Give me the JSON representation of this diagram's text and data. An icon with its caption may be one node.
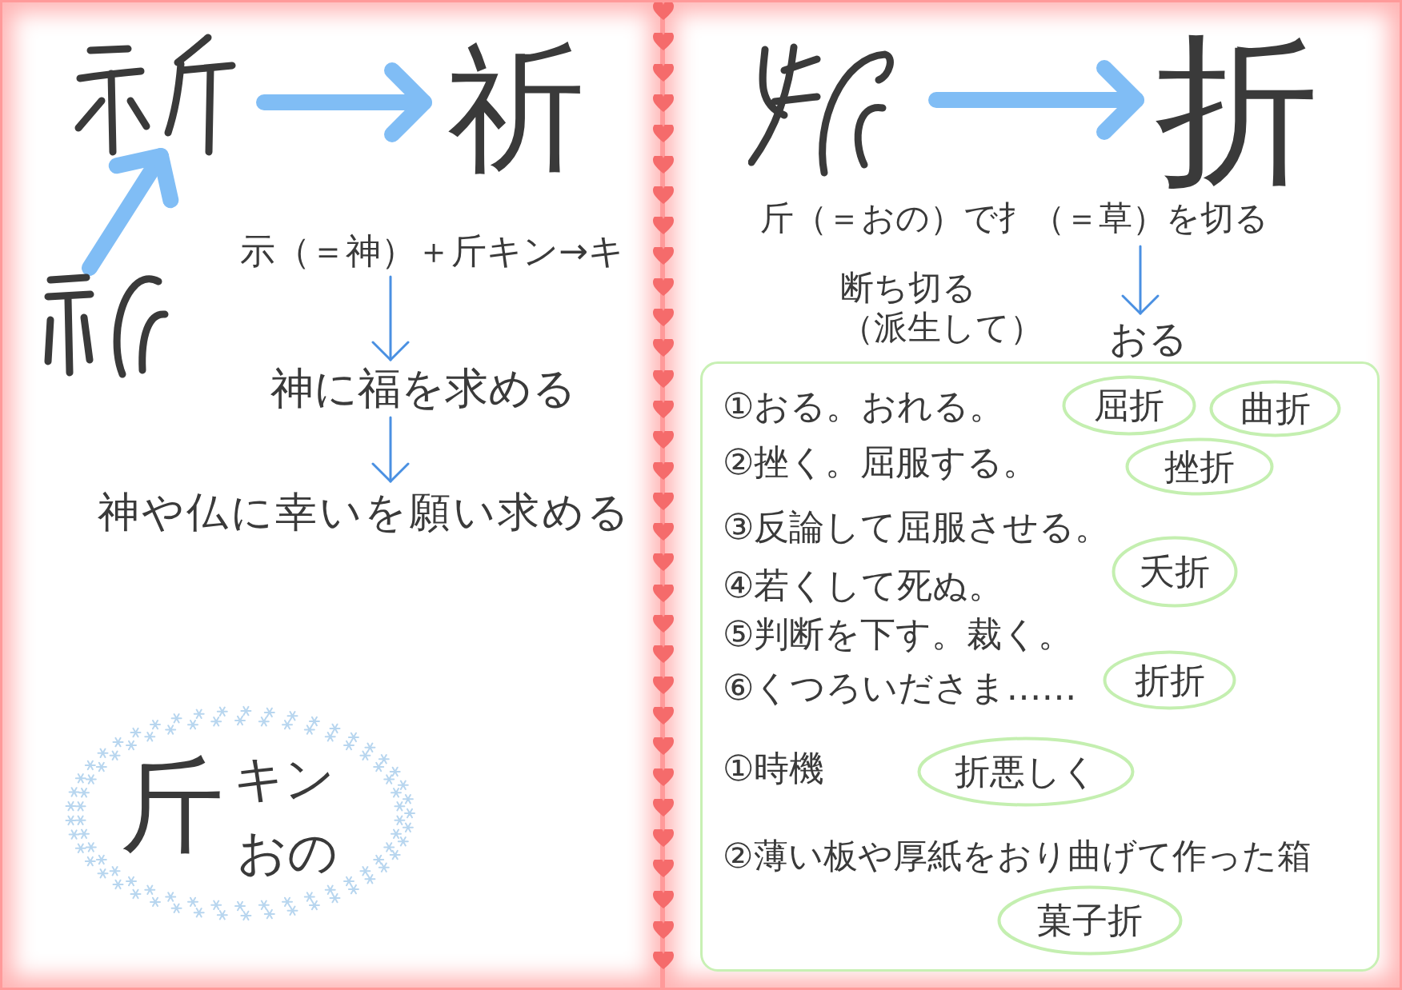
{
  "diagram": {
    "nodes": [
      {
        "text": [],
        "shape": "picture"
      },
      {
        "text": [
          "祈"
        ]
      },
      {
        "text": [],
        "shape": "picture"
      },
      {
        "text": [
          "示（＝神）＋斤キン→キ"
        ]
      },
      {
        "text": [
          "神に福を求める"
        ]
      },
      {
        "text": [
          "神や仏に幸いを願い求める"
        ]
      },
      {
        "text": [
          "斤",
          "キン",
          "おの"
        ]
      },
      {
        "text": [],
        "shape": "picture"
      },
      {
        "text": [
          "折"
        ]
      },
      {
        "text": [
          "斤（＝おの）で扌（＝草）を切る"
        ]
      },
      {
        "text": [
          "おる"
        ]
      },
      {
        "text": [
          "①おる。おれる。",
          "②挫く。屈服する。",
          "③反論して屈服させる。",
          "④若くして死ぬ。",
          "⑤判断を下す。裁く。",
          "⑥くつろいださま……",
          "①時機",
          "②薄い板や厚紙をおり曲げて作った箱"
        ]
      },
      {
        "text": [
          "屈折"
        ],
        "in": 11
      },
      {
        "text": [
          "曲折"
        ],
        "in": 11
      },
      {
        "text": [
          "挫折"
        ],
        "in": 11
      },
      {
        "text": [
          "夭折"
        ],
        "in": 11
      },
      {
        "text": [
          "折折"
        ],
        "in": 11
      },
      {
        "text": [
          "折悪しく"
        ],
        "in": 11
      },
      {
        "text": [
          "菓子折"
        ],
        "in": 11
      }
    ],
    "edges": [
      {
        "from": 2,
        "to": 0,
        "arrow": "to",
        "style": "thick",
        "color": "#80bdf5"
      },
      {
        "from": 0,
        "to": 1,
        "arrow": "to",
        "style": "thick",
        "color": "#80bdf5"
      },
      {
        "from": 3,
        "to": 4,
        "arrow": "to"
      },
      {
        "from": 4,
        "to": 5,
        "arrow": "to"
      },
      {
        "from": 7,
        "to": 8,
        "arrow": "to",
        "style": "thick",
        "color": "#80bdf5"
      },
      {
        "from": 9,
        "to": 10,
        "arrow": "to",
        "label": "断ち切る（派生して）"
      }
    ]
  }
}
